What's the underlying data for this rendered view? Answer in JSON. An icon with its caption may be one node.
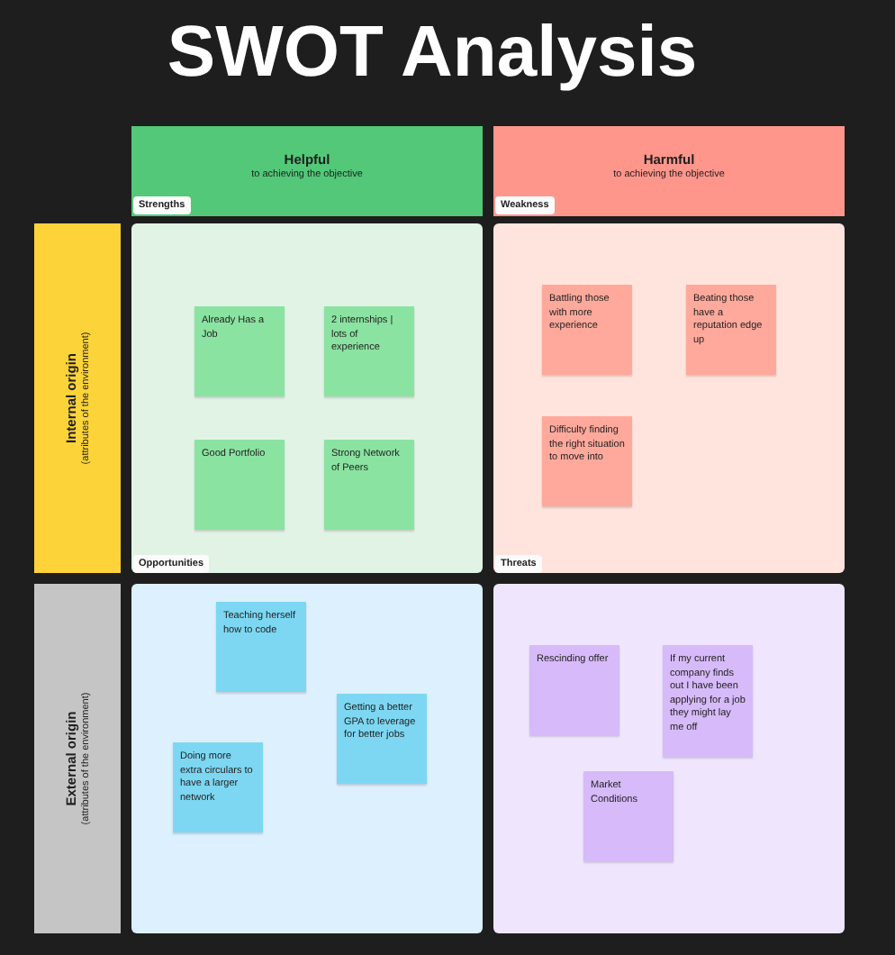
{
  "diagram": {
    "title": "SWOT Analysis",
    "nodes": [
      {
        "text": [
          "Helpful",
          "to achieving the objective"
        ]
      },
      {
        "text": [
          "Strengths"
        ],
        "in": 0
      },
      {
        "text": [
          "Harmful",
          "to achieving the objective"
        ]
      },
      {
        "text": [
          "Weakness"
        ],
        "in": 2
      },
      {
        "text": [
          "Internal origin",
          "(attributes of the environment)"
        ]
      },
      {
        "text": [],
        "shape": "box"
      },
      {
        "text": [
          "Already Has a Job"
        ],
        "in": 5
      },
      {
        "text": [
          "2 internships | lots of experience"
        ],
        "in": 5
      },
      {
        "text": [
          "Good Portfolio"
        ],
        "in": 5
      },
      {
        "text": [
          "Strong Network of Peers"
        ],
        "in": 5
      },
      {
        "text": [
          "Opportunities"
        ],
        "in": 5
      },
      {
        "text": [],
        "shape": "box"
      },
      {
        "text": [
          "Battling those with more experience"
        ],
        "in": 11
      },
      {
        "text": [
          "Beating those have a reputation edge up"
        ],
        "in": 11
      },
      {
        "text": [
          "Difficulty finding the right situation to move into"
        ],
        "in": 11
      },
      {
        "text": [
          "Threats"
        ],
        "in": 11
      },
      {
        "text": [
          "External origin",
          "(attributes of the environment)"
        ]
      },
      {
        "text": [],
        "shape": "box"
      },
      {
        "text": [
          "Teaching herself how to code"
        ],
        "in": 17
      },
      {
        "text": [
          "Getting a better GPA to leverage for better jobs"
        ],
        "in": 17
      },
      {
        "text": [
          "Doing more extra circulars to have a larger network"
        ],
        "in": 17
      },
      {
        "text": [],
        "shape": "box"
      },
      {
        "text": [
          "Rescinding offer"
        ],
        "in": 21
      },
      {
        "text": [
          "If my current company finds out I have been applying for a job they might lay me off"
        ],
        "in": 21
      },
      {
        "text": [
          "Market Conditions"
        ],
        "in": 21
      }
    ]
  }
}
